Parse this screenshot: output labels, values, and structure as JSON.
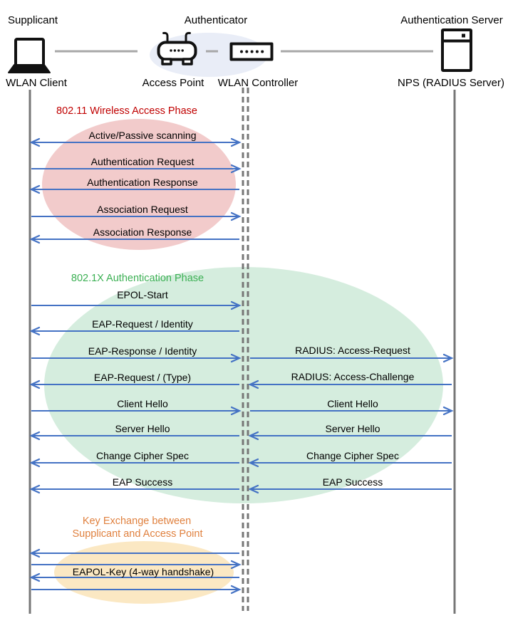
{
  "actors": {
    "supplicant_role": "Supplicant",
    "supplicant_name": "WLAN Client",
    "authenticator_role": "Authenticator",
    "access_point_name": "Access Point",
    "wlan_controller_name": "WLAN Controller",
    "server_role": "Authentication Server",
    "server_name": "NPS (RADIUS Server)"
  },
  "phases": {
    "wireless_access": "802.11 Wireless Access Phase",
    "authentication": "802.1X Authentication Phase",
    "key_exchange_line1": "Key Exchange between",
    "key_exchange_line2": "Supplicant and Access Point"
  },
  "messages": {
    "scanning": "Active/Passive scanning",
    "authentication_request": "Authentication Request",
    "authentication_response": "Authentication Response",
    "association_request": "Association Request",
    "association_response": "Association Response",
    "epol_start": "EPOL-Start",
    "eap_request_identity": "EAP-Request / Identity",
    "eap_response_identity": "EAP-Response / Identity",
    "eap_request_type": "EAP-Request / (Type)",
    "radius_access_request": "RADIUS: Access-Request",
    "radius_access_challenge": "RADIUS: Access-Challenge",
    "client_hello": "Client Hello",
    "server_hello": "Server Hello",
    "change_cipher_spec": "Change Cipher Spec",
    "eap_success": "EAP Success",
    "eapol_key": "EAPOL-Key (4-way handshake)"
  },
  "colors": {
    "phase1_text": "#C00000",
    "phase1_fill": "#F2CBCB",
    "phase2_text": "#3CB054",
    "phase2_fill": "#D5EDDE",
    "phase3_text": "#E0813F",
    "phase3_fill": "#FBE8C3",
    "authenticator_fill": "#E9EDF7",
    "arrow": "#4472C4",
    "lifeline": "#777777",
    "connector": "#A8A8A8"
  }
}
